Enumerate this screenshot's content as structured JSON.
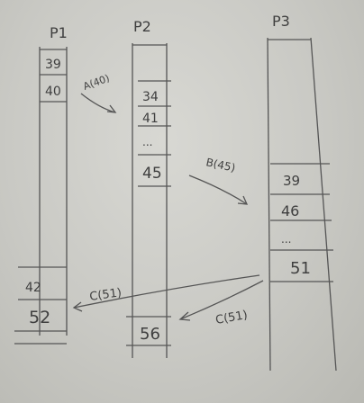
{
  "processes": [
    {
      "name": "P1",
      "entries": [
        "39",
        "40",
        "42",
        "52"
      ]
    },
    {
      "name": "P2",
      "entries": [
        "34",
        "41",
        "...",
        "45",
        "56"
      ]
    },
    {
      "name": "P3",
      "entries": [
        "39",
        "46",
        "...",
        "51"
      ]
    }
  ],
  "messages": [
    {
      "label": "A(40)",
      "from": "P1",
      "to": "P2"
    },
    {
      "label": "B(45)",
      "from": "P2",
      "to": "P3"
    },
    {
      "label": "C(51)",
      "from": "P3",
      "to": "P1"
    },
    {
      "label": "C(51)",
      "from": "P3",
      "to": "P2"
    }
  ],
  "colors": {
    "ink": "#3f3f3f",
    "paper": "#cbcbc6"
  }
}
